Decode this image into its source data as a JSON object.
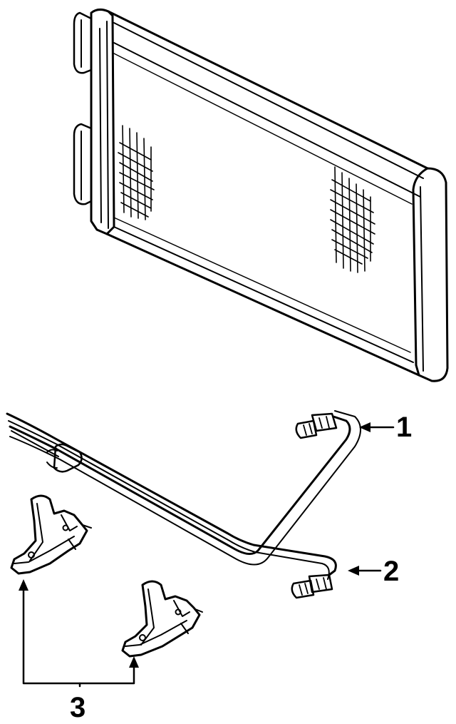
{
  "diagram": {
    "callouts": [
      {
        "id": "1",
        "label": "1"
      },
      {
        "id": "2",
        "label": "2"
      },
      {
        "id": "3",
        "label": "3"
      }
    ],
    "line_color": "#000000",
    "background": "#ffffff"
  }
}
